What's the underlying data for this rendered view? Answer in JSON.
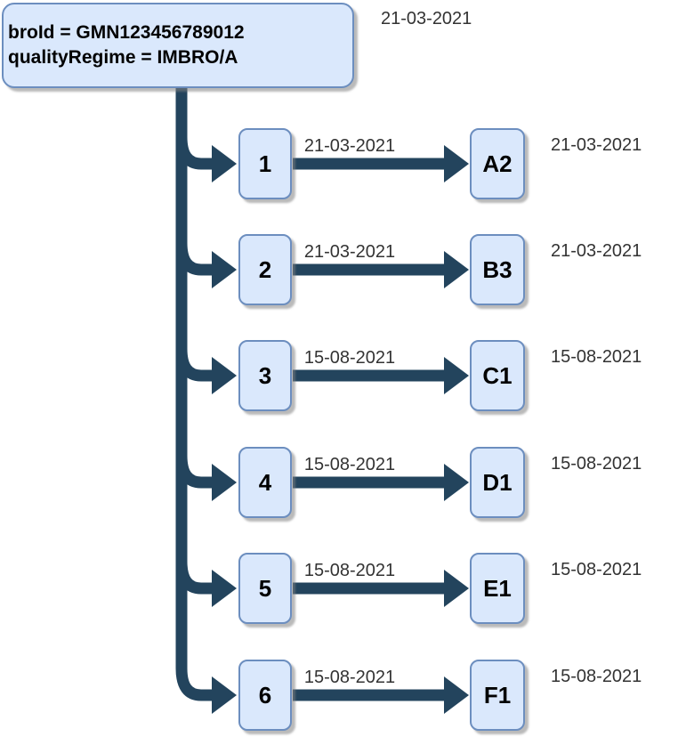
{
  "diagram": {
    "root": {
      "line1": "broId = GMN123456789012",
      "line2": "qualityRegime = IMBRO/A",
      "date": "21-03-2021"
    },
    "rows": [
      {
        "tube": "1",
        "edge_date": "21-03-2021",
        "node": "A2",
        "right_date": "21-03-2021"
      },
      {
        "tube": "2",
        "edge_date": "21-03-2021",
        "node": "B3",
        "right_date": "21-03-2021"
      },
      {
        "tube": "3",
        "edge_date": "15-08-2021",
        "node": "C1",
        "right_date": "15-08-2021"
      },
      {
        "tube": "4",
        "edge_date": "15-08-2021",
        "node": "D1",
        "right_date": "15-08-2021"
      },
      {
        "tube": "5",
        "edge_date": "15-08-2021",
        "node": "E1",
        "right_date": "15-08-2021"
      },
      {
        "tube": "6",
        "edge_date": "15-08-2021",
        "node": "F1",
        "right_date": "15-08-2021"
      }
    ],
    "colors": {
      "node_fill": "#dae8fc",
      "node_border": "#6c8ebf",
      "connector": "#23445d",
      "label_text": "#000000",
      "date_text": "#333333"
    }
  }
}
